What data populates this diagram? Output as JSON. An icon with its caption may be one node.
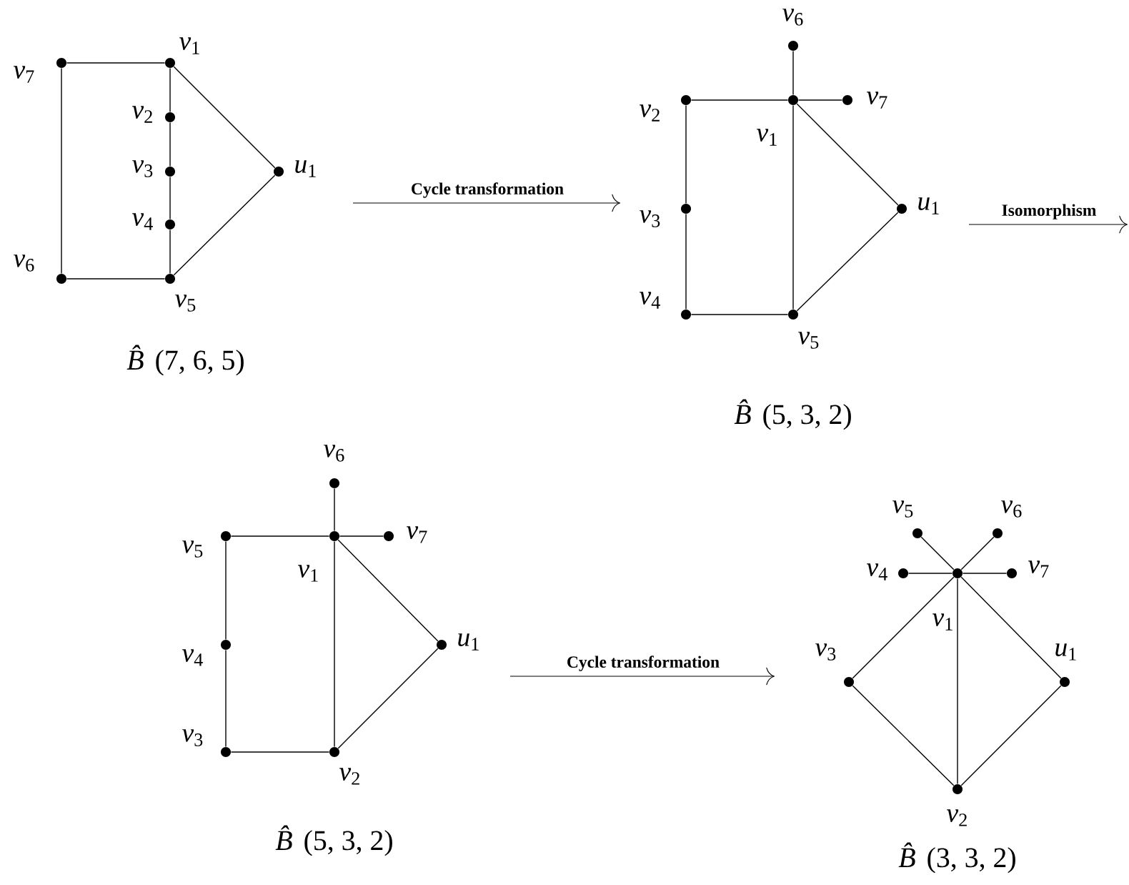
{
  "diagram": {
    "nodes": [
      {
        "text": [],
        "shape": "circle",
        "beside": [
          "*v*$_{7}$"
        ]
      },
      {
        "text": [],
        "shape": "circle",
        "beside": [
          "*v*$_{1}$"
        ]
      },
      {
        "text": [],
        "shape": "circle",
        "beside": [
          "*v*$_{2}$"
        ]
      },
      {
        "text": [],
        "shape": "circle",
        "beside": [
          "*v*$_{3}$"
        ]
      },
      {
        "text": [],
        "shape": "circle",
        "beside": [
          "*v*$_{4}$"
        ]
      },
      {
        "text": [],
        "shape": "circle",
        "beside": [
          "*v*$_{6}$"
        ]
      },
      {
        "text": [],
        "shape": "circle",
        "beside": [
          "*v*$_{5}$"
        ]
      },
      {
        "text": [],
        "shape": "circle",
        "beside": [
          "*u*$_{1}$"
        ]
      },
      {
        "text": [],
        "shape": "circle",
        "beside": [
          "*v*$_{6}$"
        ]
      },
      {
        "text": [],
        "shape": "circle",
        "beside": [
          "*v*$_{2}$"
        ]
      },
      {
        "text": [],
        "shape": "circle",
        "beside": [
          "*v*$_{1}$"
        ]
      },
      {
        "text": [],
        "shape": "circle",
        "beside": [
          "*v*$_{7}$"
        ]
      },
      {
        "text": [],
        "shape": "circle",
        "beside": [
          "*v*$_{3}$"
        ]
      },
      {
        "text": [],
        "shape": "circle",
        "beside": [
          "*u*$_{1}$"
        ]
      },
      {
        "text": [],
        "shape": "circle",
        "beside": [
          "*v*$_{4}$"
        ]
      },
      {
        "text": [],
        "shape": "circle",
        "beside": [
          "*v*$_{5}$"
        ]
      },
      {
        "text": [],
        "shape": "circle",
        "beside": [
          "*v*$_{6}$"
        ]
      },
      {
        "text": [],
        "shape": "circle",
        "beside": [
          "*v*$_{5}$"
        ]
      },
      {
        "text": [],
        "shape": "circle",
        "beside": [
          "*v*$_{1}$"
        ]
      },
      {
        "text": [],
        "shape": "circle",
        "beside": [
          "*v*$_{7}$"
        ]
      },
      {
        "text": [],
        "shape": "circle",
        "beside": [
          "*v*$_{4}$"
        ]
      },
      {
        "text": [],
        "shape": "circle",
        "beside": [
          "*u*$_{1}$"
        ]
      },
      {
        "text": [],
        "shape": "circle",
        "beside": [
          "*v*$_{3}$"
        ]
      },
      {
        "text": [],
        "shape": "circle",
        "beside": [
          "*v*$_{2}$"
        ]
      },
      {
        "text": [],
        "shape": "circle",
        "beside": [
          "*v*$_{5}$"
        ]
      },
      {
        "text": [],
        "shape": "circle",
        "beside": [
          "*v*$_{6}$"
        ]
      },
      {
        "text": [],
        "shape": "circle",
        "beside": [
          "*v*$_{4}$"
        ]
      },
      {
        "text": [],
        "shape": "circle",
        "beside": [
          "*v*$_{1}$"
        ]
      },
      {
        "text": [],
        "shape": "circle",
        "beside": [
          "*v*$_{7}$"
        ]
      },
      {
        "text": [],
        "shape": "circle",
        "beside": [
          "*v*$_{3}$"
        ]
      },
      {
        "text": [],
        "shape": "circle",
        "beside": [
          "*u*$_{1}$"
        ]
      },
      {
        "text": [],
        "shape": "circle",
        "beside": [
          "*v*$_{2}$"
        ]
      }
    ],
    "edges": [
      {
        "from": 0,
        "to": 1,
        "arrow": "none"
      },
      {
        "from": 1,
        "to": 2,
        "arrow": "none"
      },
      {
        "from": 2,
        "to": 3,
        "arrow": "none"
      },
      {
        "from": 3,
        "to": 4,
        "arrow": "none"
      },
      {
        "from": 4,
        "to": 6,
        "arrow": "none"
      },
      {
        "from": 5,
        "to": 6,
        "arrow": "none"
      },
      {
        "from": 0,
        "to": 5,
        "arrow": "none"
      },
      {
        "from": 1,
        "to": 7,
        "arrow": "none"
      },
      {
        "from": 7,
        "to": 6,
        "arrow": "none"
      },
      {
        "from": 8,
        "to": 10,
        "arrow": "none"
      },
      {
        "from": 9,
        "to": 10,
        "arrow": "none"
      },
      {
        "from": 10,
        "to": 11,
        "arrow": "none"
      },
      {
        "from": 10,
        "to": 13,
        "arrow": "none"
      },
      {
        "from": 9,
        "to": 12,
        "arrow": "none"
      },
      {
        "from": 12,
        "to": 14,
        "arrow": "none"
      },
      {
        "from": 14,
        "to": 15,
        "arrow": "none"
      },
      {
        "from": 10,
        "to": 15,
        "arrow": "none"
      },
      {
        "from": 13,
        "to": 15,
        "arrow": "none"
      },
      {
        "from": 16,
        "to": 18,
        "arrow": "none"
      },
      {
        "from": 17,
        "to": 18,
        "arrow": "none"
      },
      {
        "from": 18,
        "to": 19,
        "arrow": "none"
      },
      {
        "from": 18,
        "to": 21,
        "arrow": "none"
      },
      {
        "from": 17,
        "to": 20,
        "arrow": "none"
      },
      {
        "from": 20,
        "to": 22,
        "arrow": "none"
      },
      {
        "from": 22,
        "to": 23,
        "arrow": "none"
      },
      {
        "from": 18,
        "to": 23,
        "arrow": "none"
      },
      {
        "from": 21,
        "to": 23,
        "arrow": "none"
      },
      {
        "from": 24,
        "to": 27,
        "arrow": "none"
      },
      {
        "from": 25,
        "to": 27,
        "arrow": "none"
      },
      {
        "from": 26,
        "to": 27,
        "arrow": "none"
      },
      {
        "from": 27,
        "to": 28,
        "arrow": "none"
      },
      {
        "from": 27,
        "to": 29,
        "arrow": "none"
      },
      {
        "from": 27,
        "to": 30,
        "arrow": "none"
      },
      {
        "from": 27,
        "to": 31,
        "arrow": "none"
      },
      {
        "from": 29,
        "to": 31,
        "arrow": "none"
      },
      {
        "from": 30,
        "to": 31,
        "arrow": "none"
      }
    ],
    "labels": [
      "*B̂*(7, 6, 5)",
      "Cycle transformation",
      "Isomorphism",
      "*B̂*(5, 3, 2)",
      "*B̂*(5, 3, 2)",
      "Cycle transformation",
      "*B̂*(3, 3, 2)"
    ]
  }
}
